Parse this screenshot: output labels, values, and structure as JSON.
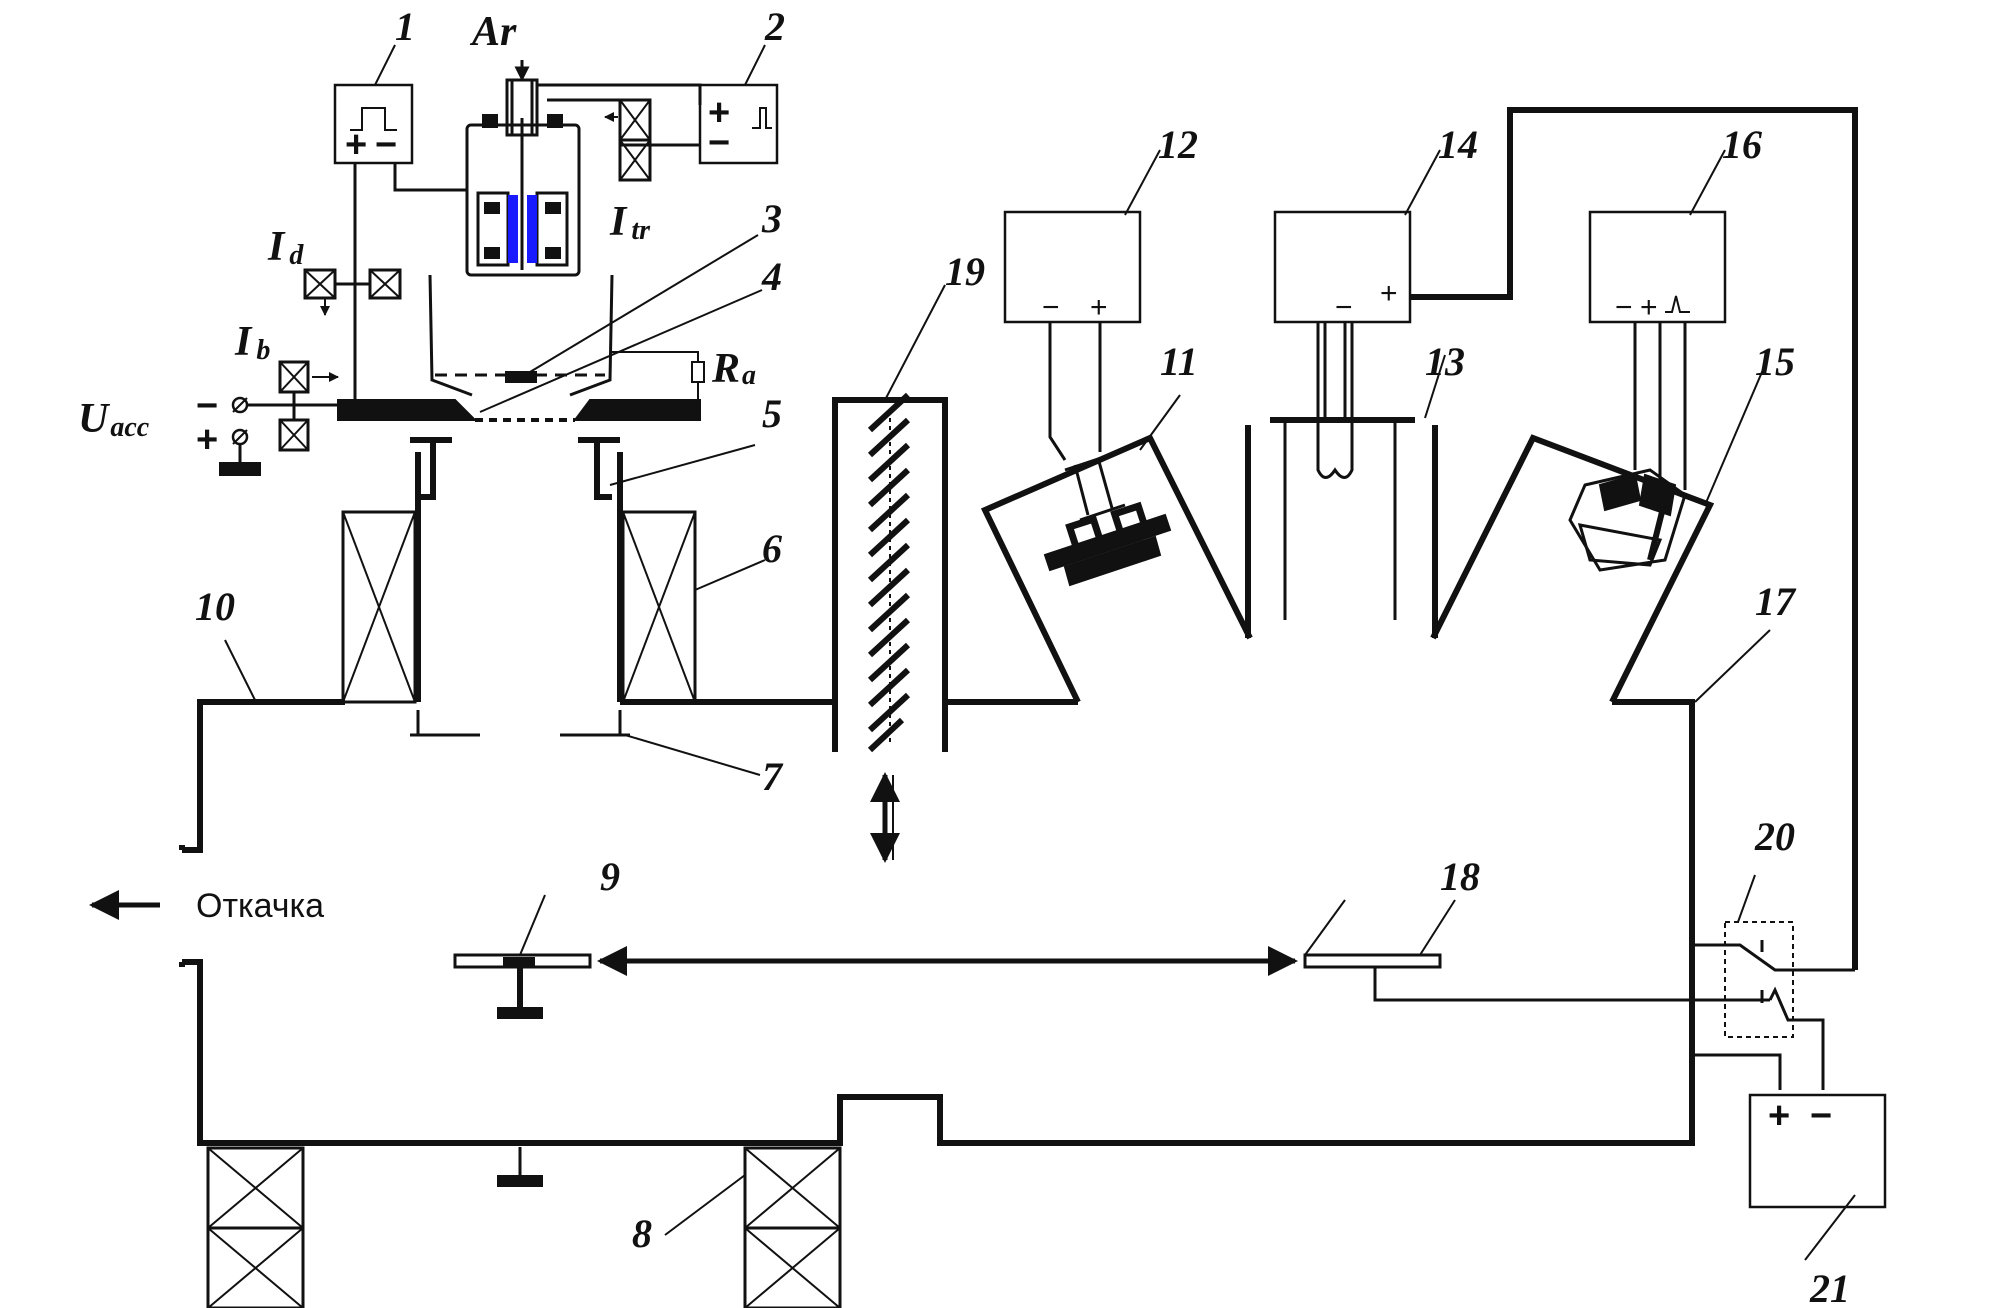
{
  "labels": {
    "n1": "1",
    "n2": "2",
    "n3": "3",
    "n4": "4",
    "n5": "5",
    "n6": "6",
    "n7": "7",
    "n8": "8",
    "n9": "9",
    "n10": "10",
    "n11": "11",
    "n12": "12",
    "n13": "13",
    "n14": "14",
    "n15": "15",
    "n16": "16",
    "n17": "17",
    "n18": "18",
    "n19": "19",
    "n20": "20",
    "n21": "21"
  },
  "symbols": {
    "ar": "Ar",
    "id_main": "I",
    "id_sub": "d",
    "ib_main": "I",
    "ib_sub": "b",
    "itr_main": "I",
    "itr_sub": "tr",
    "ra_main": "R",
    "ra_sub": "a",
    "uacc_main": "U",
    "uacc_sub": "acc"
  },
  "signs": {
    "plus": "+",
    "minus": "−"
  },
  "exhaust_label": "Откачка",
  "colors": {
    "line": "#111111",
    "magnet_insert": "#1a1aff",
    "background": "#ffffff"
  }
}
